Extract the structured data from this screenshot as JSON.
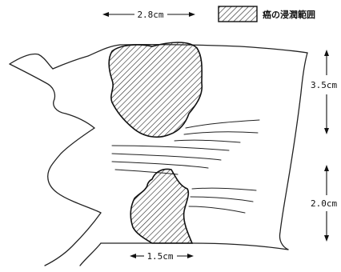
{
  "legend": {
    "label": "癌の浸潤範囲",
    "hatch_color": "#333333"
  },
  "measurements": {
    "top_width": "2.8cm",
    "upper_height": "3.5cm",
    "lower_height": "2.0cm",
    "bottom_width": "1.5cm"
  },
  "colors": {
    "line": "#222222",
    "background": "#ffffff"
  }
}
